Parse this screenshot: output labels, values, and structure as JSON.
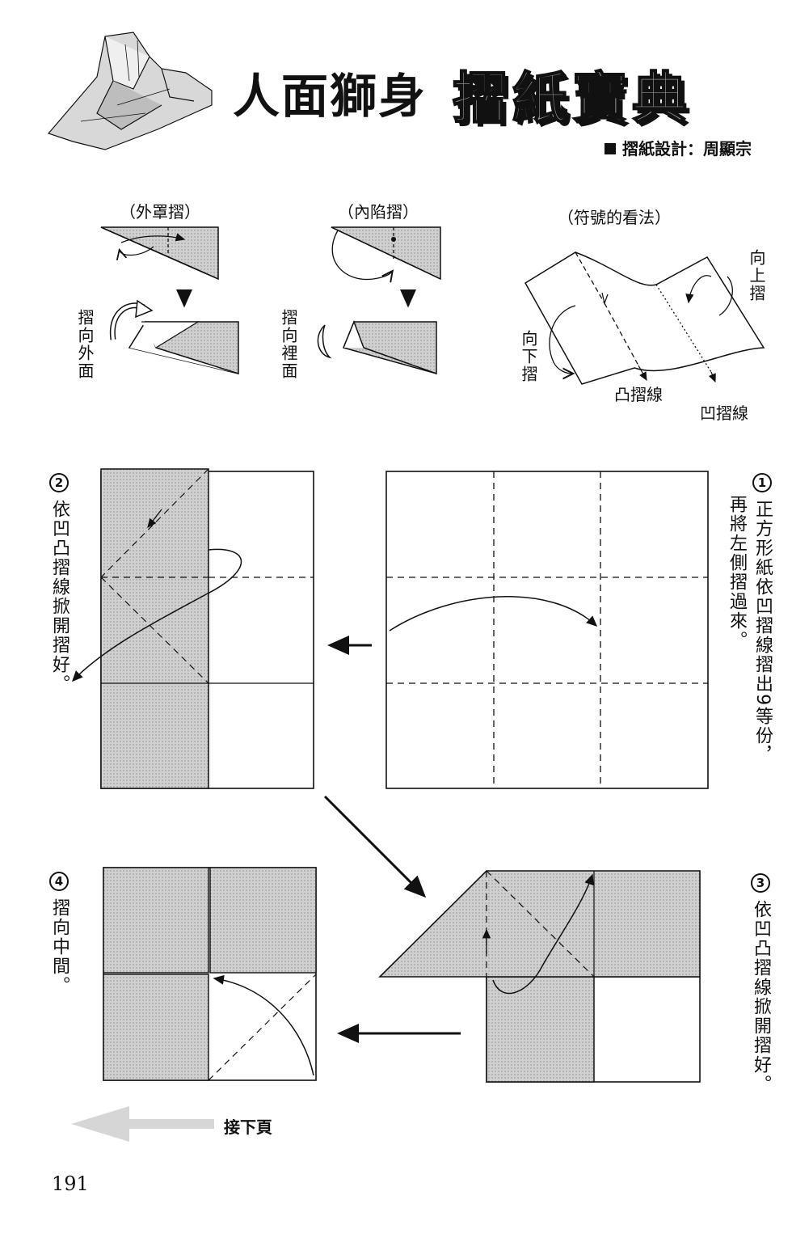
{
  "header": {
    "title_part1": "人面獅身",
    "title_part2": "摺紙寶典",
    "credit": "摺紙設計：周顯宗"
  },
  "legend": {
    "outside_reverse": {
      "label": "（外罩摺）",
      "caption": "摺向外面"
    },
    "inside_reverse": {
      "label": "（內陷摺）",
      "caption": "摺向裡面"
    },
    "symbols": {
      "label": "（符號的看法）",
      "fold_up": "向上摺",
      "fold_down": "向下摺",
      "mountain_line": "凸摺線",
      "valley_line": "凹摺線"
    }
  },
  "steps": [
    {
      "number": "1",
      "text_a": "正方形紙依凹摺線摺出9等份，",
      "text_b": "再將左側摺過來。"
    },
    {
      "number": "2",
      "text": "依凹凸摺線掀開摺好。"
    },
    {
      "number": "3",
      "text": "依凹凸摺線掀開摺好。"
    },
    {
      "number": "4",
      "text": "摺向中間。"
    }
  ],
  "footer": {
    "continue_label": "接下頁",
    "page_number": "191"
  },
  "colors": {
    "paper_back": "#c9c9c9",
    "ink": "#111111",
    "paper_front": "#ffffff"
  }
}
